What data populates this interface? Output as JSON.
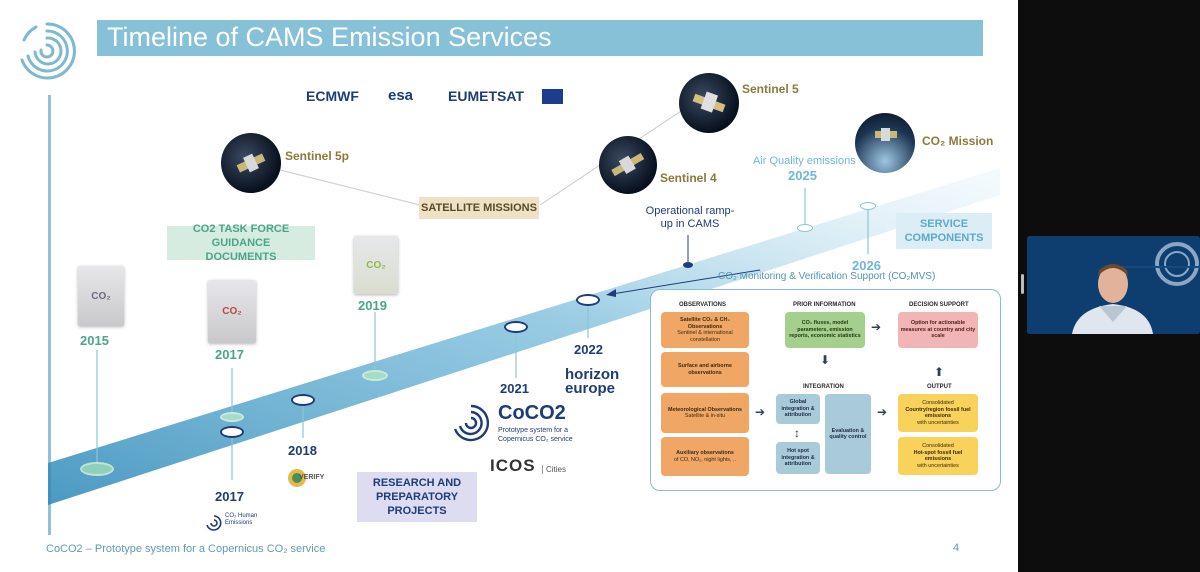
{
  "slide": {
    "title": "Timeline of CAMS Emission Services",
    "partner_logos": [
      "ECMWF",
      "esa",
      "EUMETSAT"
    ],
    "satellites": [
      {
        "label": "Sentinel 5p"
      },
      {
        "label": "Sentinel 4"
      },
      {
        "label": "Sentinel 5"
      },
      {
        "label": "CO₂ Mission"
      }
    ],
    "tags": {
      "satellite_missions": "SATELLITE MISSIONS",
      "task_force": "CO2 TASK FORCE GUIDANCE DOCUMENTS",
      "research": "RESEARCH AND PREPARATORY PROJECTS",
      "service_components": "SERVICE COMPONENTS"
    },
    "years": {
      "y2015": "2015",
      "y2017a": "2017",
      "y2017b": "2017",
      "y2018": "2018",
      "y2019": "2019",
      "y2021": "2021",
      "y2022": "2022",
      "y2025": "2025",
      "y2026": "2026"
    },
    "doc_label": "CO₂",
    "air_quality": "Air Quality emissions",
    "operational": "Operational ramp-up in CAMS",
    "co2mvs": "CO₂ Monitoring & Verification Support (CO₂MVS)",
    "project_logos": {
      "coco2_name": "CoCO2",
      "coco2_sub": "Prototype system for a Copernicus CO₂ service",
      "icos": "ICOS",
      "icos_cities": "Cities",
      "horizon": "horizon europe",
      "verify": "VERIFY",
      "che": "CO₂ Human Emissions"
    },
    "diagram": {
      "observations_head": "OBSERVATIONS",
      "prior_head": "PRIOR INFORMATION",
      "decision_head": "DECISION SUPPORT",
      "integration_head": "INTEGRATION",
      "output_head": "OUTPUT",
      "obs1_title": "Satellite CO₂ & CH₄ Observations",
      "obs1_sub": "Sentinel & international constellation",
      "obs2_title": "Surface and airborne observations",
      "obs3_title": "Meteorological Observations",
      "obs3_sub": "Satellite & in-situ",
      "obs4_title": "Auxiliary observations",
      "obs4_sub": "of CO, NO₂, night lights, ..",
      "prior": "CO₂ fluxes, model parameters, emission reports, economic statistics",
      "decision": "Option for actionable measures at country and city scale",
      "global_int": "Global integration & attribution",
      "hotspot_int": "Hot spot integration & attribution",
      "evaluation": "Evaluation & quality control",
      "out1_pre": "Consolidated",
      "out1": "Country/region fossil fuel emissions",
      "out1_post": "with uncertainties",
      "out2_pre": "Consolidated",
      "out2": "Hot-spot fossil fuel emissions",
      "out2_post": "with uncertainties"
    },
    "footer": "CoCO2 – Prototype system for a Copernicus CO₂ service",
    "page_number": "4"
  },
  "colors": {
    "title_bar": "#86c1d8",
    "orange_box": "#f0a766",
    "green_box": "#a5cf8c",
    "pink_box": "#f1b5b5",
    "yellow_box": "#f8d25a",
    "blue_box": "#a9cbd9",
    "tag_beige": "#efe0c6",
    "tag_green": "#d6ece0",
    "tag_lavender": "#dedcf0",
    "tag_lightblue": "#dbedf5"
  }
}
